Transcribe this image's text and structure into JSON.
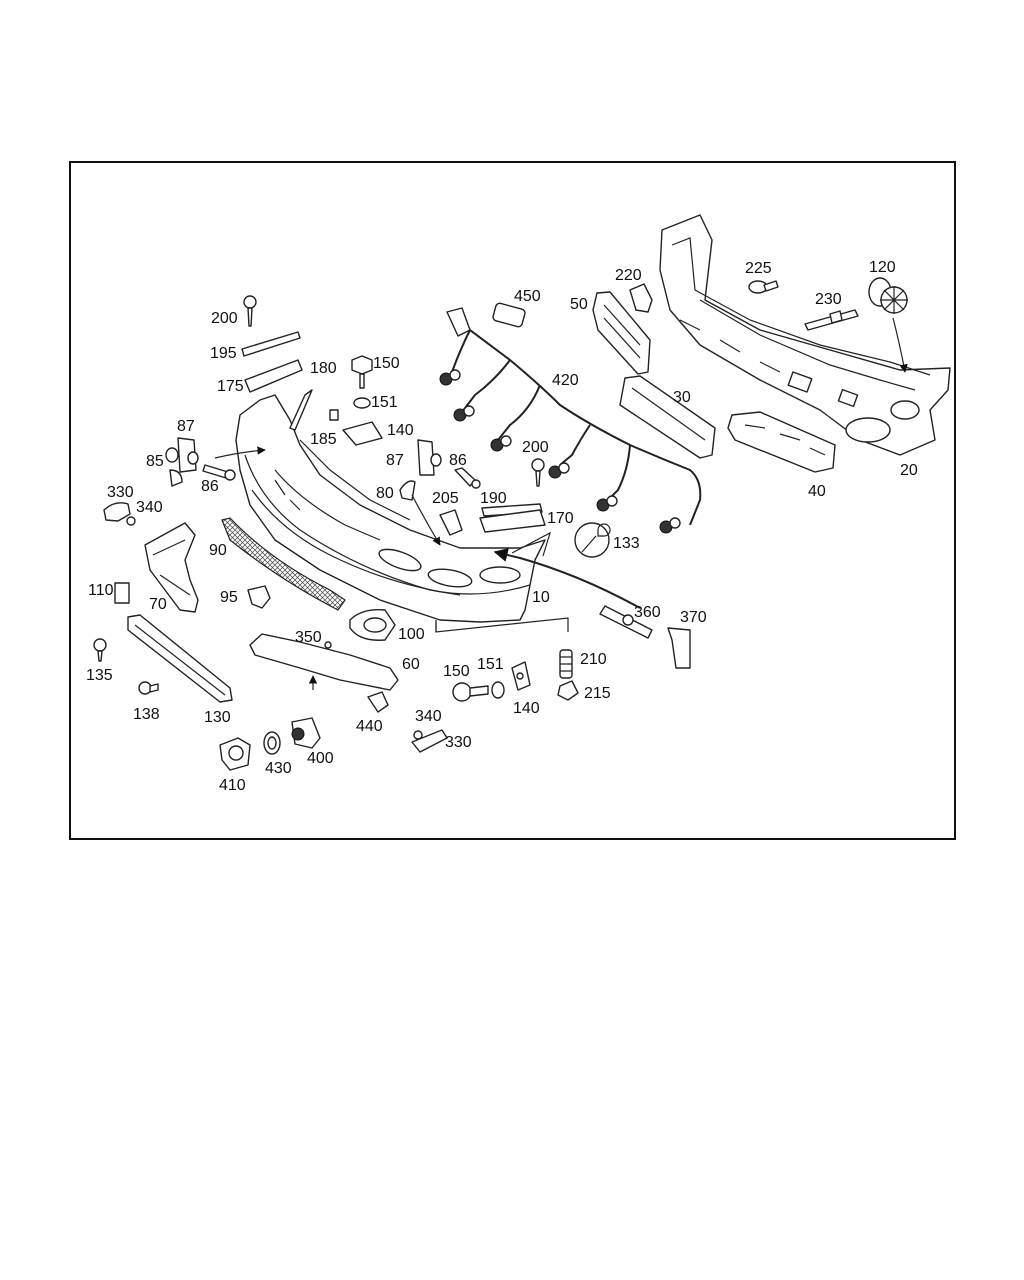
{
  "diagram": {
    "labels": [
      {
        "id": "10",
        "text": "10"
      },
      {
        "id": "20",
        "text": "20"
      },
      {
        "id": "30",
        "text": "30"
      },
      {
        "id": "40",
        "text": "40"
      },
      {
        "id": "50",
        "text": "50"
      },
      {
        "id": "60",
        "text": "60"
      },
      {
        "id": "70",
        "text": "70"
      },
      {
        "id": "80",
        "text": "80"
      },
      {
        "id": "85",
        "text": "85"
      },
      {
        "id": "86a",
        "text": "86"
      },
      {
        "id": "86b",
        "text": "86"
      },
      {
        "id": "87a",
        "text": "87"
      },
      {
        "id": "87b",
        "text": "87"
      },
      {
        "id": "90",
        "text": "90"
      },
      {
        "id": "95",
        "text": "95"
      },
      {
        "id": "100",
        "text": "100"
      },
      {
        "id": "110",
        "text": "110"
      },
      {
        "id": "120",
        "text": "120"
      },
      {
        "id": "130",
        "text": "130"
      },
      {
        "id": "133",
        "text": "133"
      },
      {
        "id": "135",
        "text": "135"
      },
      {
        "id": "138",
        "text": "138"
      },
      {
        "id": "140a",
        "text": "140"
      },
      {
        "id": "140b",
        "text": "140"
      },
      {
        "id": "150a",
        "text": "150"
      },
      {
        "id": "150b",
        "text": "150"
      },
      {
        "id": "151a",
        "text": "151"
      },
      {
        "id": "151b",
        "text": "151"
      },
      {
        "id": "170",
        "text": "170"
      },
      {
        "id": "175",
        "text": "175"
      },
      {
        "id": "180",
        "text": "180"
      },
      {
        "id": "185",
        "text": "185"
      },
      {
        "id": "190",
        "text": "190"
      },
      {
        "id": "195",
        "text": "195"
      },
      {
        "id": "200a",
        "text": "200"
      },
      {
        "id": "200b",
        "text": "200"
      },
      {
        "id": "205",
        "text": "205"
      },
      {
        "id": "210",
        "text": "210"
      },
      {
        "id": "215",
        "text": "215"
      },
      {
        "id": "220",
        "text": "220"
      },
      {
        "id": "225",
        "text": "225"
      },
      {
        "id": "230",
        "text": "230"
      },
      {
        "id": "330a",
        "text": "330"
      },
      {
        "id": "330b",
        "text": "330"
      },
      {
        "id": "340a",
        "text": "340"
      },
      {
        "id": "340b",
        "text": "340"
      },
      {
        "id": "350",
        "text": "350"
      },
      {
        "id": "360",
        "text": "360"
      },
      {
        "id": "370",
        "text": "370"
      },
      {
        "id": "400",
        "text": "400"
      },
      {
        "id": "410",
        "text": "410"
      },
      {
        "id": "420",
        "text": "420"
      },
      {
        "id": "430",
        "text": "430"
      },
      {
        "id": "440",
        "text": "440"
      },
      {
        "id": "450",
        "text": "450"
      }
    ]
  }
}
